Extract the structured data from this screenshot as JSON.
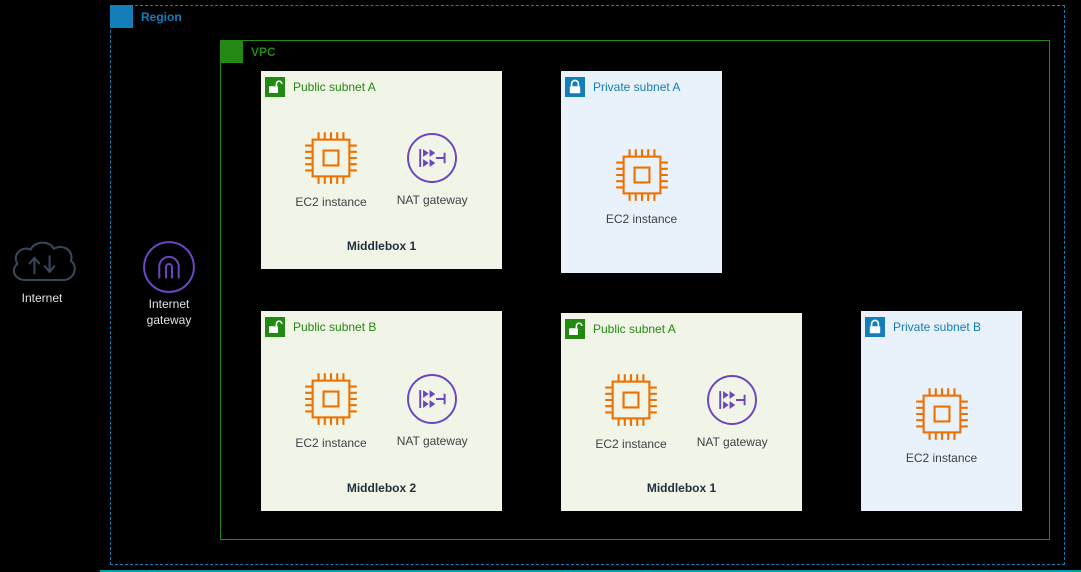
{
  "region": {
    "label": "Region"
  },
  "vpc": {
    "label": "VPC"
  },
  "external": {
    "internet": "Internet",
    "internet_gateway": "Internet gateway"
  },
  "subnets": [
    {
      "type": "public",
      "title": "Public subnet A",
      "ec2": "EC2 instance",
      "nat": "NAT gateway",
      "middlebox": "Middlebox 1"
    },
    {
      "type": "private",
      "title": "Private subnet A",
      "ec2": "EC2 instance"
    },
    {
      "type": "public",
      "title": "Public subnet B",
      "ec2": "EC2 instance",
      "nat": "NAT gateway",
      "middlebox": "Middlebox 2"
    },
    {
      "type": "public",
      "title": "Public subnet A",
      "ec2": "EC2 instance",
      "nat": "NAT gateway",
      "middlebox": "Middlebox 1"
    },
    {
      "type": "private",
      "title": "Private subnet B",
      "ec2": "EC2 instance"
    }
  ],
  "icons": {
    "region": "blue-square-badge",
    "vpc": "green-square-badge",
    "public_subnet": "green-open-lock-icon",
    "private_subnet": "blue-closed-lock-icon",
    "ec2_instance": "orange-chip-icon",
    "nat_gateway": "purple-circle-router-icon",
    "internet_gateway": "purple-circle-arch-icon",
    "internet": "cloud-up-down-arrows-icon"
  },
  "colors": {
    "background": "#000000",
    "region_blue": "#147EBA",
    "vpc_green": "#248814",
    "public_subnet_bg": "#F0F5E7",
    "private_subnet_bg": "#E9F2FA",
    "ec2_orange": "#ED7100",
    "gateway_purple": "#6B46C1",
    "label_dark": "#3E4247",
    "middlebox_dark": "#232F3E",
    "external_label": "#DDE3E8",
    "cloud_stroke": "#37475A",
    "edge_line": "#00A0A8"
  }
}
